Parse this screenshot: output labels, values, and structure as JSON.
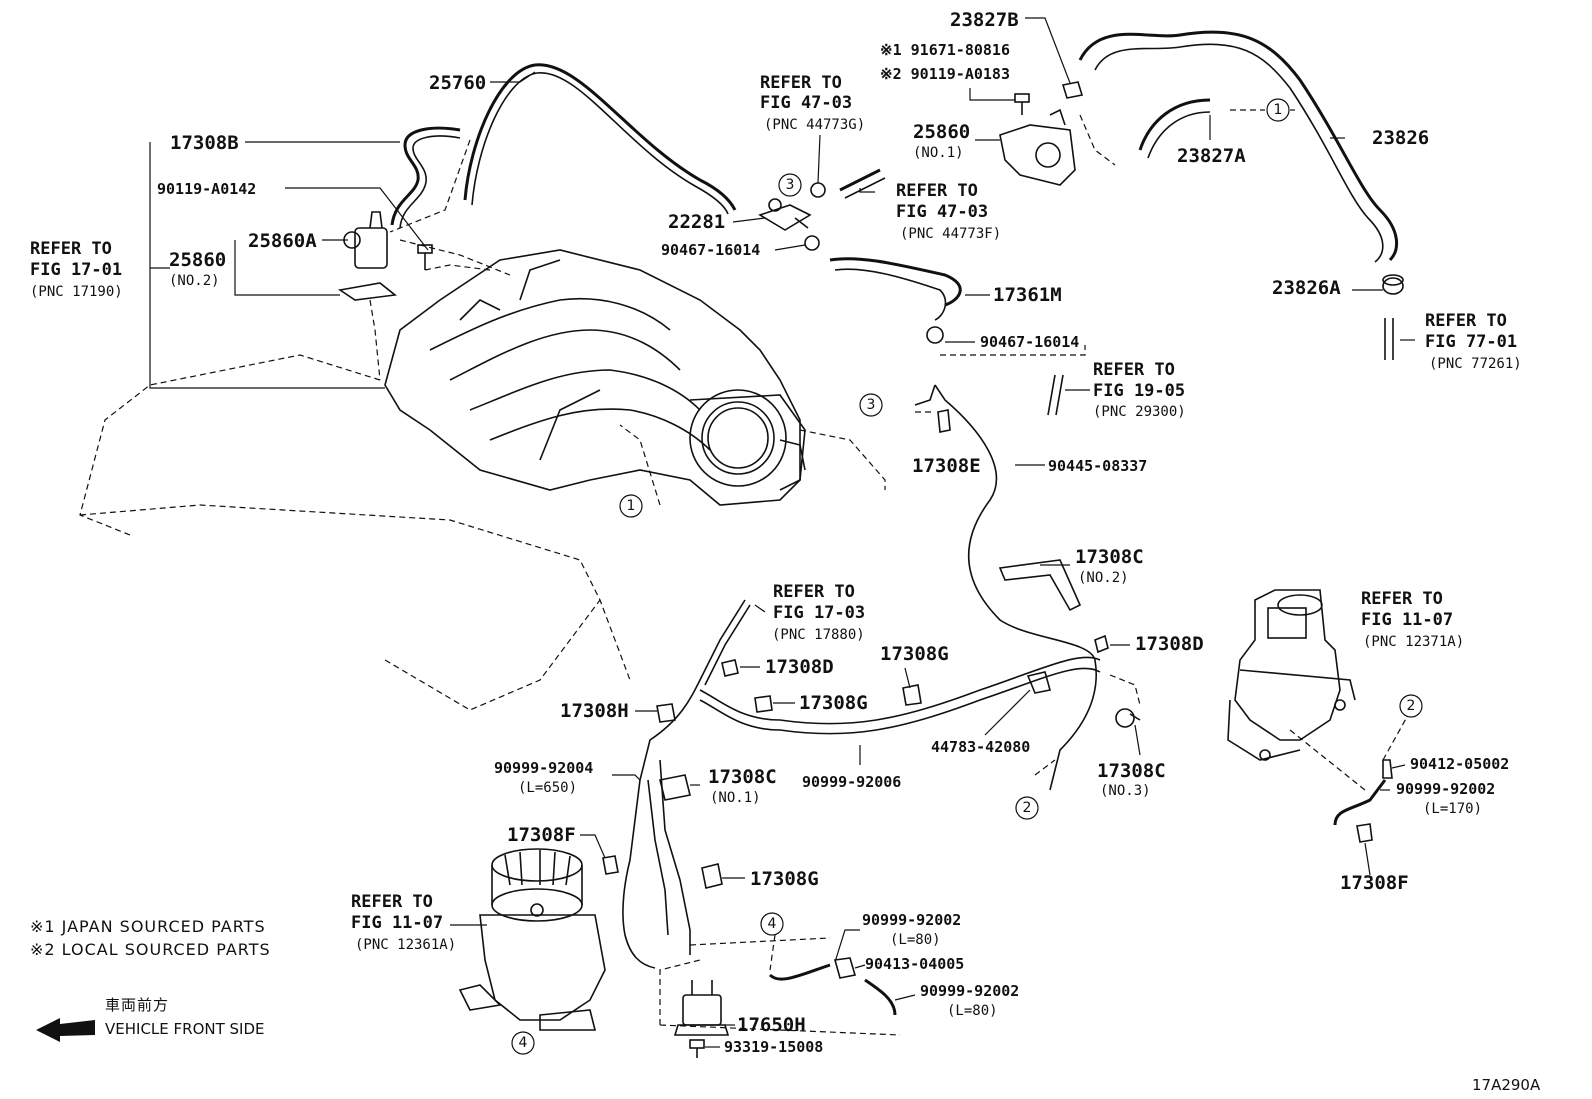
{
  "diagram_code": "17A290A",
  "notes": {
    "japan": "※1 JAPAN SOURCED PARTS",
    "local": "※2 LOCAL SOURCED PARTS"
  },
  "front": {
    "jp": "車両前方",
    "en": "VEHICLE FRONT SIDE"
  },
  "parts": {
    "p25760": "25760",
    "p17308B": "17308B",
    "p90119_a0142": "90119-A0142",
    "p25860A": "25860A",
    "p25860_no2": "25860",
    "p25860_no2_sub": "(NO.2)",
    "p22281": "22281",
    "p90467_a": "90467-16014",
    "p90467_b": "90467-16014",
    "p17361M": "17361M",
    "p17308E": "17308E",
    "p90445": "90445-08337",
    "p23827B": "23827B",
    "p91671": "※1 91671-80816",
    "p90119_a0183": "※2 90119-A0183",
    "p25860_no1": "25860",
    "p25860_no1_sub": "(NO.1)",
    "p23827A": "23827A",
    "p23826": "23826",
    "p23826A": "23826A",
    "p17308C_no2": "17308C",
    "p17308C_no2_sub": "(NO.2)",
    "p17308D_r": "17308D",
    "p17308C_no3": "17308C",
    "p17308C_no3_sub": "(NO.3)",
    "p44783": "44783-42080",
    "p17308D_l": "17308D",
    "p17308G_a": "17308G",
    "p17308G_b": "17308G",
    "p17308H": "17308H",
    "p90999_92004": "90999-92004",
    "p90999_92004_sub": "(L=650)",
    "p90999_92006": "90999-92006",
    "p17308C_no1": "17308C",
    "p17308C_no1_sub": "(NO.1)",
    "p17308F_l": "17308F",
    "p17308G_c": "17308G",
    "p90999_92002_a": "90999-92002",
    "p90999_92002_a_sub": "(L=80)",
    "p90413": "90413-04005",
    "p90999_92002_b": "90999-92002",
    "p90999_92002_b_sub": "(L=80)",
    "p17650H": "17650H",
    "p93319": "93319-15008",
    "p90412": "90412-05002",
    "p90999_92002_c": "90999-92002",
    "p90999_92002_c_sub": "(L=170)",
    "p17308F_r": "17308F"
  },
  "refs": {
    "fig17_01": [
      "REFER TO",
      "FIG 17-01",
      "(PNC 17190)"
    ],
    "fig47_03g": [
      "REFER TO",
      "FIG 47-03",
      "(PNC 44773G)"
    ],
    "fig47_03f": [
      "REFER TO",
      "FIG 47-03",
      "(PNC 44773F)"
    ],
    "fig77_01": [
      "REFER TO",
      "FIG 77-01",
      "(PNC 77261)"
    ],
    "fig19_05": [
      "REFER TO",
      "FIG 19-05",
      "(PNC 29300)"
    ],
    "fig17_03": [
      "REFER TO",
      "FIG 17-03",
      "(PNC 17880)"
    ],
    "fig11_07r": [
      "REFER TO",
      "FIG 11-07",
      "(PNC 12371A)"
    ],
    "fig11_07l": [
      "REFER TO",
      "FIG 11-07",
      "(PNC 12361A)"
    ]
  },
  "callouts": [
    "1",
    "2",
    "3",
    "4"
  ]
}
